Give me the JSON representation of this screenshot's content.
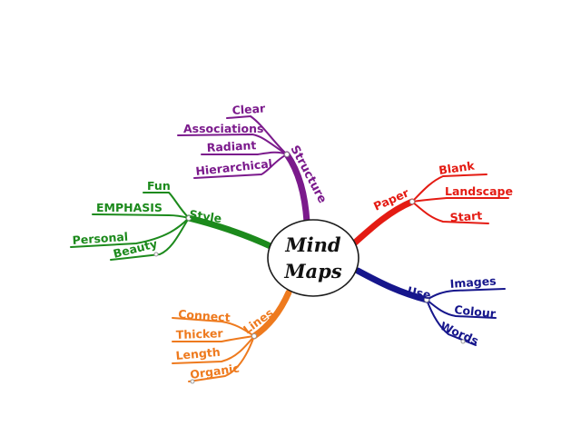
{
  "center": {
    "line1": "Mind",
    "line2": "Maps"
  },
  "branches": {
    "structure": {
      "label": "Structure",
      "color": "#7b1a8c",
      "children": [
        "Clear",
        "Associations",
        "Radiant",
        "Hierarchical"
      ]
    },
    "style": {
      "label": "Style",
      "color": "#1c8a1c",
      "children": [
        "Fun",
        "EMPHASIS",
        "Personal",
        "Beauty"
      ]
    },
    "paper": {
      "label": "Paper",
      "color": "#e41b13",
      "children": [
        "Blank",
        "Landscape",
        "Start"
      ]
    },
    "use": {
      "label": "Use",
      "color": "#16168c",
      "children": [
        "Images",
        "Colour",
        "Words"
      ]
    },
    "lines": {
      "label": "Lines",
      "color": "#ee7a1e",
      "children": [
        "Connect",
        "Thicker",
        "Length",
        "Organic"
      ]
    }
  }
}
